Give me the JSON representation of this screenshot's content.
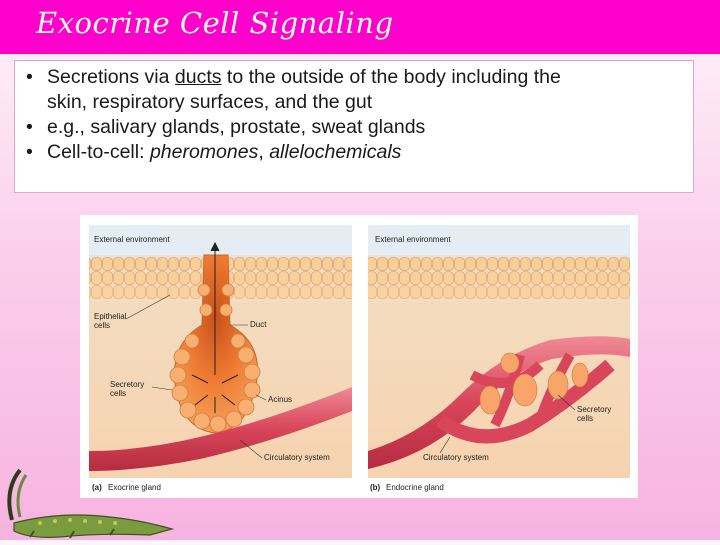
{
  "slide": {
    "title": "Exocrine Cell Signaling",
    "bullets": [
      {
        "bullet": "•",
        "line1_pre": "Secretions via ",
        "line1_link": "ducts",
        "line1_post": " to the outside of the body including the",
        "line2": "skin, respiratory surfaces, and the gut"
      },
      {
        "bullet": "•",
        "text": "e.g., salivary glands, prostate, sweat glands"
      },
      {
        "bullet": "•",
        "pre": "Cell-to-cell: ",
        "italic1": "pheromones",
        "sep": ", ",
        "italic2": "allelochemicals"
      }
    ]
  },
  "figure": {
    "left_panel": {
      "header": "External environment",
      "labels": {
        "epithelial1": "Epithelial",
        "epithelial2": "cells",
        "duct": "Duct",
        "acinus": "Acinus",
        "secretory1": "Secretory",
        "secretory2": "cells",
        "circulatory": "Circulatory system"
      },
      "caption_letter": "(a)",
      "caption": "Exocrine gland"
    },
    "right_panel": {
      "header": "External environment",
      "labels": {
        "secretory1": "Secretory",
        "secretory2": "cells",
        "circulatory": "Circulatory system"
      },
      "caption_letter": "(b)",
      "caption": "Endocrine gland"
    }
  },
  "colors": {
    "title_bar": "#ff00cc",
    "background_top": "#fff4fb",
    "background_bottom": "#f7b3e0",
    "gland": "#f07b34",
    "vessel": "#d94a5a",
    "tissue": "#f6c891"
  },
  "decor": {
    "icon": "crocodile-icon"
  }
}
